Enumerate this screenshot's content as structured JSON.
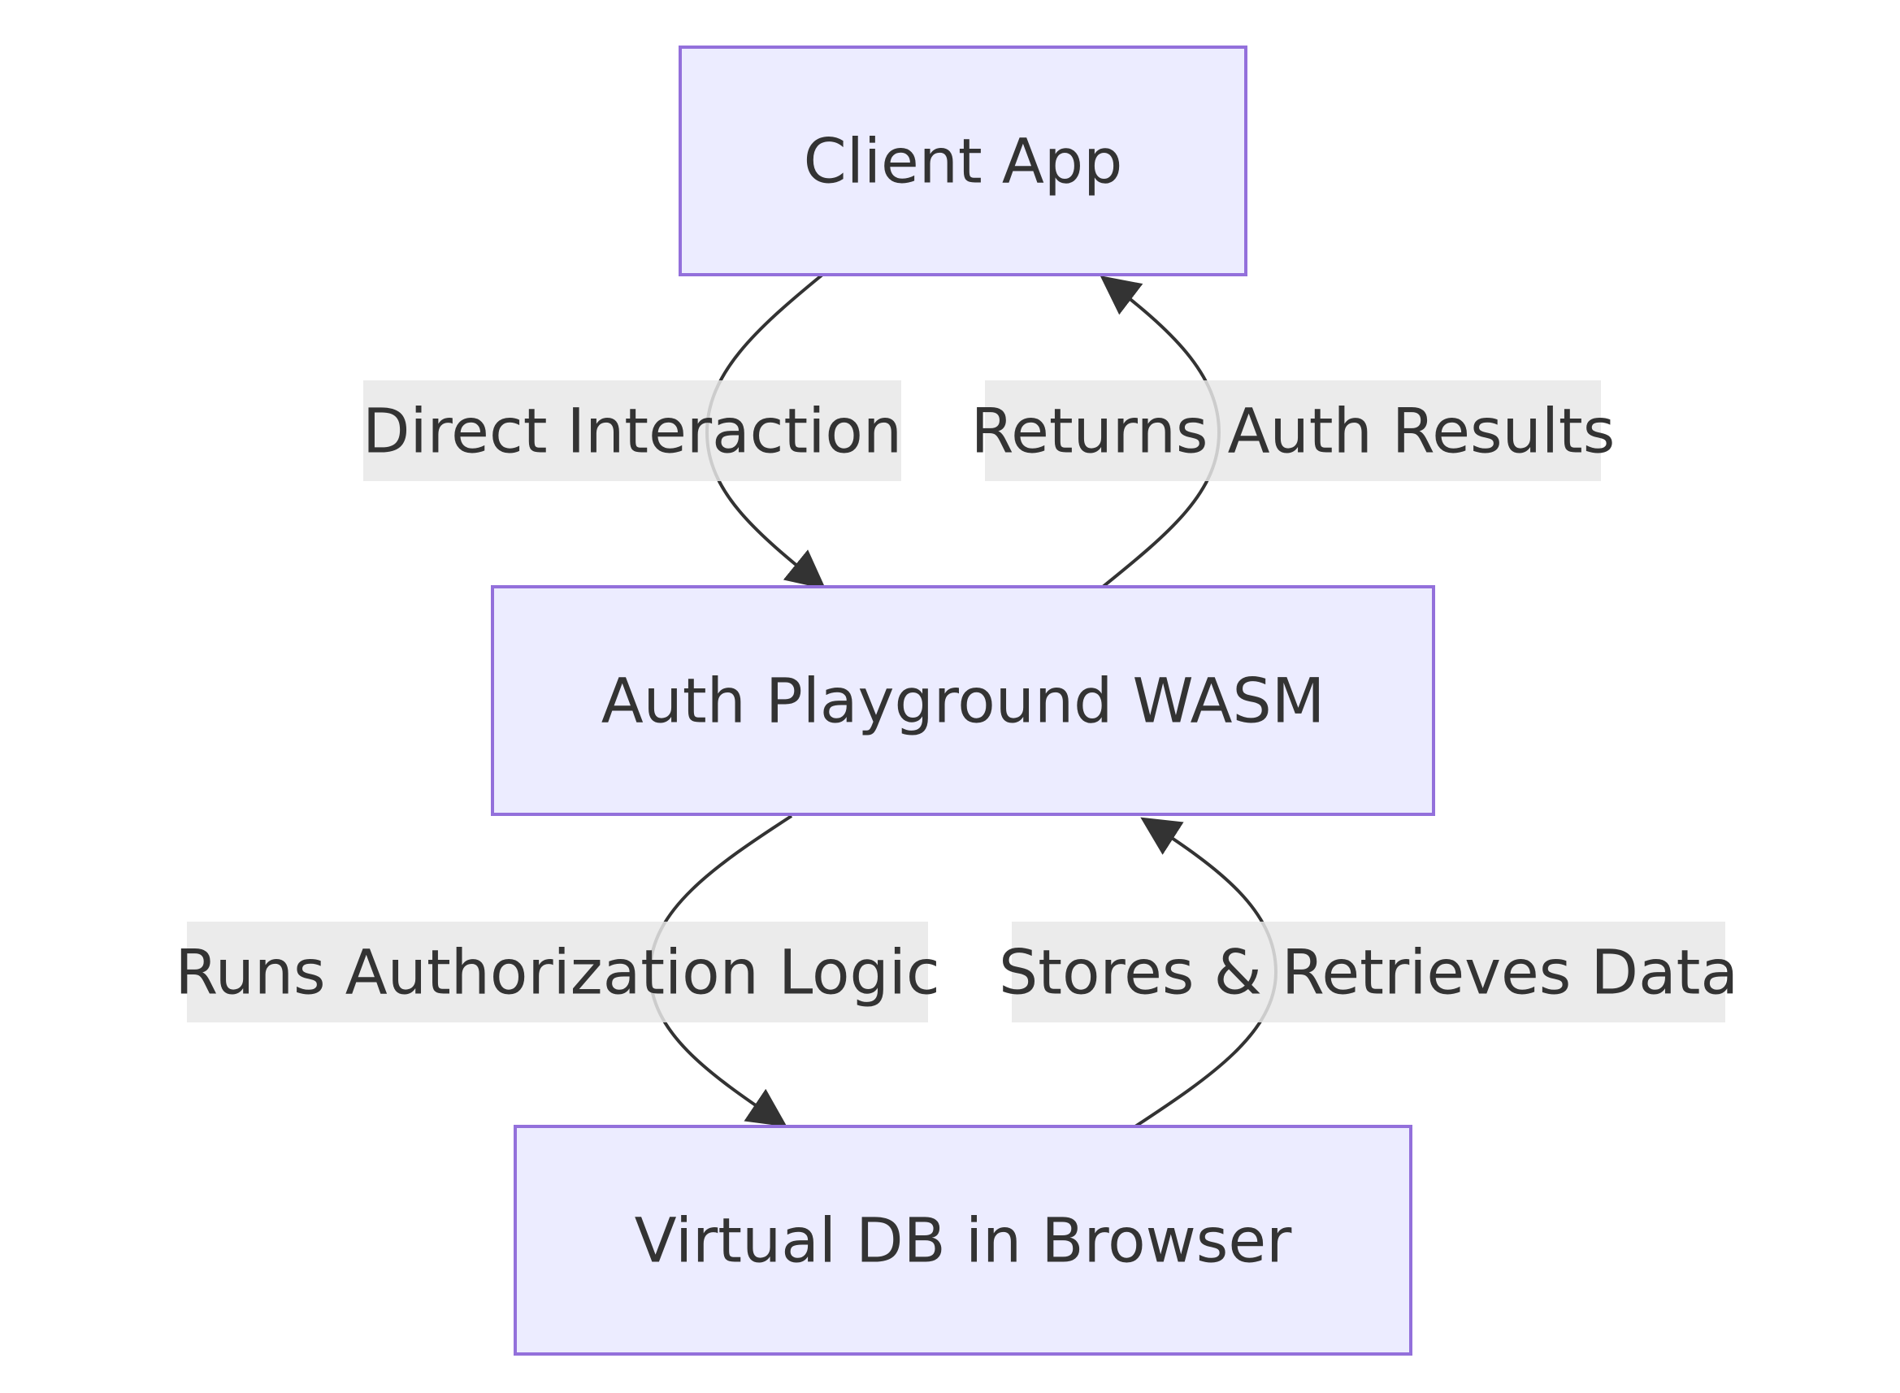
{
  "diagram": {
    "type": "flowchart",
    "colors": {
      "node_fill": "#ECECFF",
      "node_border": "#9370DB",
      "edge": "#333333",
      "label_bg": "#E8E8E8",
      "text": "#333333"
    },
    "nodes": {
      "client_app": "Client App",
      "auth_playground": "Auth Playground WASM",
      "virtual_db": "Virtual DB in Browser"
    },
    "edges": {
      "direct_interaction": {
        "from": "Client App",
        "to": "Auth Playground WASM",
        "label": "Direct Interaction"
      },
      "returns_auth_results": {
        "from": "Auth Playground WASM",
        "to": "Client App",
        "label": "Returns Auth Results"
      },
      "runs_authorization_logic": {
        "from": "Auth Playground WASM",
        "to": "Virtual DB in Browser",
        "label": "Runs Authorization Logic"
      },
      "stores_retrieves_data": {
        "from": "Virtual DB in Browser",
        "to": "Auth Playground WASM",
        "label": "Stores & Retrieves Data"
      }
    }
  }
}
